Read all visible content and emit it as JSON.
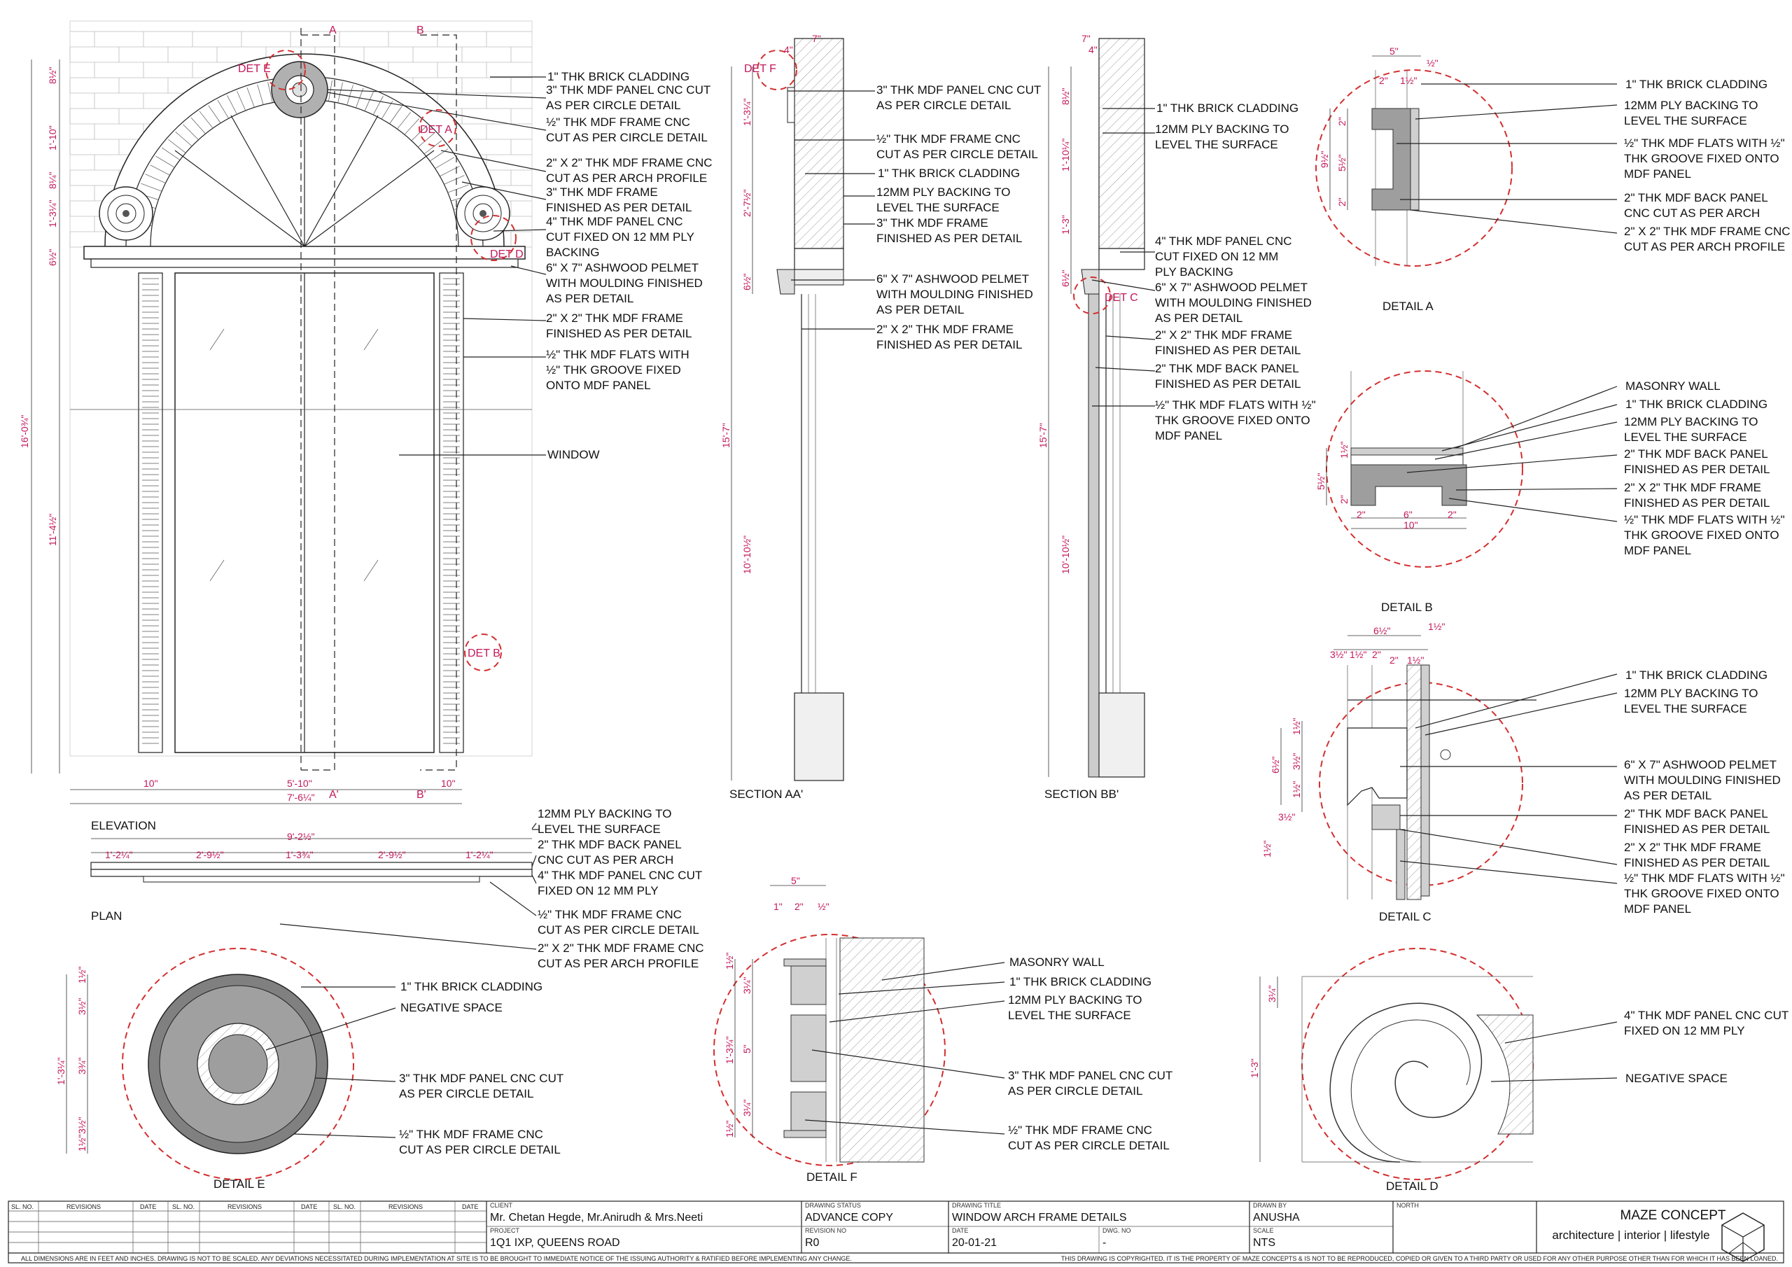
{
  "drawing": {
    "elevation": {
      "section_markers": [
        "A",
        "B",
        "A'",
        "B'"
      ],
      "det_tags": [
        "DET E",
        "DET A",
        "DET D",
        "DET B"
      ],
      "dims": [
        "8½\"",
        "1'-10\"",
        "8¼\"",
        "1'-3¼\"",
        "6½\"",
        "16'-0¾\"",
        "11'-4½\"",
        "10\"",
        "5'-10\"",
        "10\"",
        "7'-6¼\""
      ],
      "labels": [
        "1\" THK BRICK CLADDING",
        "3\" THK MDF PANEL CNC CUT AS PER CIRCLE DETAIL",
        "½\" THK MDF FRAME CNC CUT AS PER CIRCLE DETAIL",
        "2\" X 2\" THK MDF FRAME CNC CUT AS PER ARCH PROFILE",
        "3\" THK MDF FRAME FINISHED AS PER DETAIL",
        "4\" THK MDF PANEL CNC CUT FIXED ON 12 MM PLY BACKING",
        "6\" X 7\" ASHWOOD PELMET WITH MOULDING FINISHED AS PER DETAIL",
        "2\" X 2\" THK MDF FRAME FINISHED AS PER DETAIL",
        "½\" THK MDF FLATS WITH ½\" THK GROOVE FIXED ONTO MDF PANEL",
        "WINDOW"
      ],
      "title": "ELEVATION"
    },
    "plan": {
      "dims": [
        "9'-2½\"",
        "1'-2¼\"",
        "2'-9½\"",
        "1'-3¾\"",
        "2'-9½\"",
        "1'-2¼\""
      ],
      "labels": [
        "12MM PLY BACKING TO LEVEL THE SURFACE",
        "2\" THK MDF BACK PANEL CNC CUT AS PER ARCH PROFILE",
        "4\" THK MDF PANEL CNC CUT FIXED ON 12 MM PLY BACKING",
        "½\" THK MDF FRAME CNC CUT AS PER CIRCLE DETAIL",
        "2\" X 2\" THK MDF FRAME CNC CUT AS PER ARCH PROFILE"
      ],
      "title": "PLAN"
    },
    "section_aa": {
      "det_tag": "DET F",
      "dims": [
        "7\"",
        "4\"",
        "1'-3¼\"",
        "2'-7½\"",
        "6½\"",
        "15'-7\"",
        "10'-10½\""
      ],
      "labels": [
        "3\" THK MDF PANEL CNC CUT AS PER CIRCLE DETAIL",
        "½\" THK MDF FRAME CNC CUT AS PER CIRCLE DETAIL",
        "1\" THK BRICK CLADDING",
        "12MM PLY BACKING TO LEVEL THE SURFACE",
        "3\" THK MDF FRAME FINISHED AS PER DETAIL",
        "6\" X 7\" ASHWOOD PELMET WITH MOULDING FINISHED AS PER DETAIL",
        "2\" X 2\" THK MDF FRAME FINISHED AS PER DETAIL"
      ],
      "title": "SECTION AA'"
    },
    "section_bb": {
      "det_tag": "DET C",
      "dims": [
        "7\"",
        "4\"",
        "8½\"",
        "1'-10¼\"",
        "1'-3\"",
        "6½\"",
        "15'-7\"",
        "10'-10½\""
      ],
      "labels": [
        "1\" THK BRICK CLADDING",
        "12MM PLY BACKING TO LEVEL THE SURFACE",
        "4\" THK MDF PANEL CNC CUT FIXED ON 12 MM PLY BACKING",
        "6\" X 7\" ASHWOOD PELMET WITH MOULDING FINISHED AS PER DETAIL",
        "2\" X 2\" THK MDF FRAME FINISHED AS PER DETAIL",
        "2\" THK MDF BACK PANEL FINISHED AS PER DETAIL",
        "½\" THK MDF FLATS WITH ½\" THK GROOVE FIXED ONTO MDF PANEL"
      ],
      "title": "SECTION BB'"
    },
    "detail_a": {
      "dims": [
        "5\"",
        "2\"",
        "1½\"",
        "½\"",
        "2\"",
        "9½\"",
        "5½\"",
        "2\""
      ],
      "labels": [
        "1\" THK BRICK CLADDING",
        "12MM PLY BACKING TO LEVEL THE SURFACE",
        "½\" THK MDF FLATS WITH ½\" THK GROOVE FIXED ONTO MDF PANEL",
        "2\" THK MDF BACK PANEL CNC CUT AS PER ARCH PROFILE",
        "2\" X 2\" THK MDF FRAME CNC CUT AS PER ARCH PROFILE"
      ],
      "title": "DETAIL A"
    },
    "detail_b": {
      "dims": [
        "1½\"",
        "5½\"",
        "2\"",
        "2\"",
        "6\"",
        "2\"",
        "10\""
      ],
      "labels": [
        "MASONRY WALL",
        "1\" THK BRICK CLADDING",
        "12MM PLY BACKING TO LEVEL THE SURFACE",
        "2\" THK MDF BACK PANEL FINISHED AS PER DETAIL",
        "2\" X 2\" THK MDF FRAME FINISHED AS PER DETAIL",
        "½\" THK MDF FLATS WITH ½\" THK GROOVE FIXED ONTO MDF PANEL"
      ],
      "title": "DETAIL B"
    },
    "detail_c": {
      "dims": [
        "6½\"",
        "1½\"",
        "3½\"",
        "1½\"",
        "2\"",
        "2\"",
        "1½\"",
        "1½\"",
        "6½\"",
        "3½\"",
        "1½\"",
        "3½\"",
        "1½\""
      ],
      "labels": [
        "1\" THK BRICK CLADDING",
        "12MM PLY BACKING TO LEVEL THE SURFACE",
        "6\" X 7\" ASHWOOD PELMET WITH MOULDING FINISHED AS PER DETAIL",
        "2\" THK MDF BACK PANEL FINISHED AS PER DETAIL",
        "2\" X 2\" THK MDF FRAME FINISHED AS PER DETAIL",
        "½\" THK MDF FLATS WITH ½\" THK GROOVE FIXED ONTO MDF PANEL"
      ],
      "title": "DETAIL C"
    },
    "detail_d": {
      "dims": [
        "3¼\"",
        "1'-3\""
      ],
      "labels": [
        "4\" THK MDF PANEL CNC CUT FIXED ON 12 MM PLY BACKING",
        "NEGATIVE SPACE"
      ],
      "title": "DETAIL D"
    },
    "detail_e": {
      "dims": [
        "1½\"",
        "3½\"",
        "1'-3¼\"",
        "3¾\"",
        "3½\"",
        "1½\""
      ],
      "labels": [
        "1\" THK BRICK CLADDING",
        "NEGATIVE SPACE",
        "3\" THK MDF PANEL CNC CUT AS PER CIRCLE DETAIL",
        "½\" THK MDF FRAME CNC CUT AS PER CIRCLE DETAIL"
      ],
      "title": "DETAIL E"
    },
    "detail_f": {
      "dims": [
        "5\"",
        "1\"",
        "2\"",
        "½\"",
        "1½\"",
        "3¼\"",
        "1'-3¾\"",
        "5\"",
        "3¼\"",
        "1½\""
      ],
      "labels": [
        "MASONRY WALL",
        "1\" THK BRICK CLADDING",
        "12MM PLY BACKING TO LEVEL THE SURFACE",
        "3\" THK MDF PANEL CNC CUT AS PER CIRCLE DETAIL",
        "½\" THK MDF FRAME CNC CUT AS PER CIRCLE DETAIL"
      ],
      "title": "DETAIL F"
    }
  },
  "title_block": {
    "revision_headers": [
      "SL. NO.",
      "REVISIONS",
      "DATE",
      "SL. NO.",
      "REVISIONS",
      "DATE",
      "SL. NO.",
      "REVISIONS",
      "DATE"
    ],
    "client_label": "CLIENT",
    "client": "Mr. Chetan Hegde, Mr.Anirudh & Mrs.Neeti",
    "project_label": "PROJECT",
    "project": "1Q1 IXP, QUEENS ROAD",
    "status_label": "DRAWING STATUS",
    "status": "ADVANCE COPY",
    "revision_label": "REVISION NO",
    "revision": "R0",
    "drawing_title_label": "DRAWING TITLE",
    "drawing_title": "WINDOW ARCH FRAME DETAILS",
    "date_label": "DATE",
    "date": "20-01-21",
    "dwg_no_label": "DWG. NO",
    "dwg_no": "-",
    "drawn_by_label": "DRAWN BY",
    "drawn_by": "ANUSHA",
    "scale_label": "SCALE",
    "scale": "NTS",
    "north_label": "NORTH",
    "firm_name": "MAZE CONCEPT",
    "firm_tagline": "architecture | interior | lifestyle",
    "footer_left": "ALL DIMENSIONS ARE IN FEET AND INCHES. DRAWING IS NOT TO BE SCALED. ANY DEVIATIONS NECESSITATED DURING IMPLEMENTATION AT SITE IS TO BE BROUGHT TO IMMEDIATE NOTICE OF THE ISSUING AUTHORITY & RATIFIED BEFORE IMPLEMENTING ANY CHANGE.",
    "footer_right": "THIS DRAWING IS COPYRIGHTED. IT IS THE PROPERTY OF MAZE CONCEPTS & IS NOT TO BE REPRODUCED, COPIED OR GIVEN TO A THIRD PARTY OR USED FOR ANY OTHER PURPOSE OTHER THAN FOR WHICH IT HAS BEEN LOANED."
  },
  "colors": {
    "annotation": "#c2185b",
    "detail_circle": "#d32f2f",
    "fill_dark": "#9e9e9e",
    "fill_light": "#d0d0d0"
  }
}
